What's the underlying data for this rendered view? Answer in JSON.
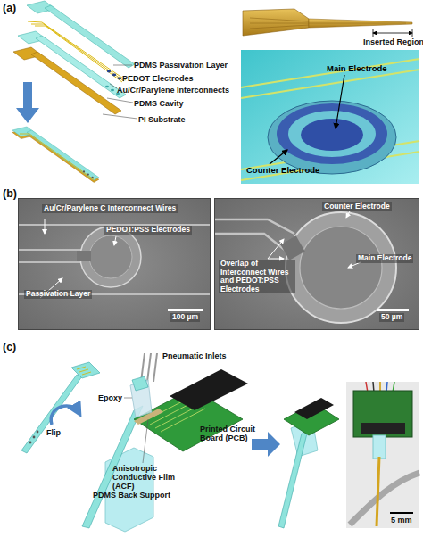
{
  "diagram": {
    "nodes": [
      {
        "text": [
          "Main Electrode",
          "Counter Electrode"
        ]
      },
      {
        "text": [
          "Au/Cr/Parylene C Interconnect Wires",
          "PEDOT:PSS Electrodes",
          "Passivation Layer",
          "100 µm"
        ]
      },
      {
        "text": [
          "Counter Electrode",
          "Main Electrode",
          "Overlap of Interconnect Wires and PEDOT:PSS Electrodes",
          "50 µm"
        ]
      }
    ],
    "labels": [
      "(a)",
      "PDMS Passivation Layer",
      "PEDOT Electrodes",
      "Au/Cr/Parylene Interconnects",
      "PDMS Cavity",
      "PI Substrate",
      "Inserted Region",
      "(b)",
      "(c)",
      "Pneumatic Inlets",
      "Flip",
      "Epoxy",
      "Printed Circuit Board (PCB)",
      "Anisotropic Conductive Film (ACF)",
      "PDMS Back Support",
      "5 mm"
    ]
  }
}
